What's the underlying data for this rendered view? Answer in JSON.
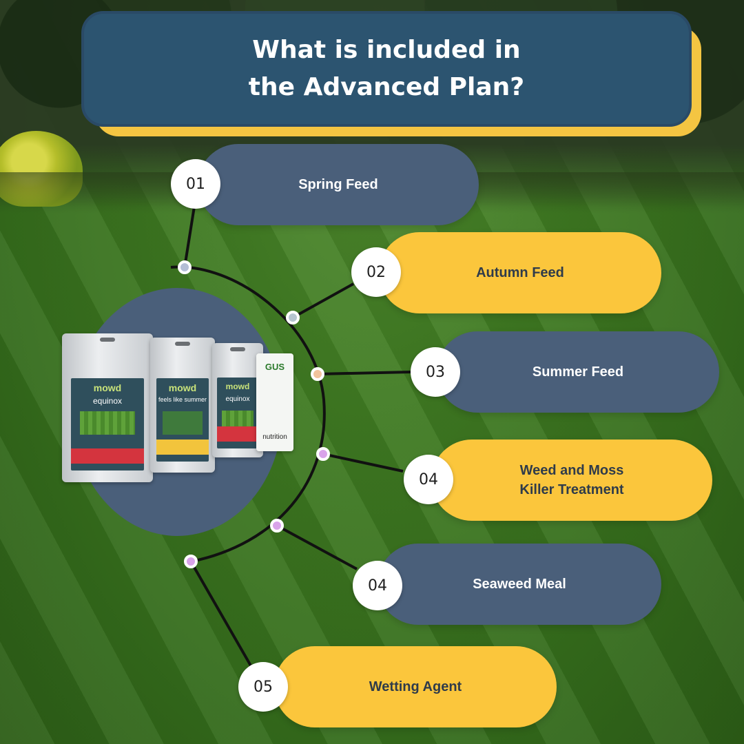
{
  "header": {
    "title_line1": "What is included in",
    "title_line2": "the Advanced Plan?"
  },
  "colors": {
    "navy": "#4a5f7a",
    "gold": "#fbc63c",
    "title_bg": "#2c5470",
    "title_shadow": "#f4c542"
  },
  "items": [
    {
      "number": "01",
      "label": "Spring Feed",
      "style": "navy",
      "dot_color": "#b4bed6"
    },
    {
      "number": "02",
      "label": "Autumn Feed",
      "style": "gold",
      "dot_color": "#b5c4cf"
    },
    {
      "number": "03",
      "label": "Summer Feed",
      "style": "navy",
      "dot_color": "#f2c39c"
    },
    {
      "number": "04",
      "label_line1": "Weed and Moss",
      "label_line2": "Killer Treatment",
      "style": "gold",
      "dot_color": "#d9a3ea"
    },
    {
      "number": "04",
      "label": "Seaweed Meal",
      "style": "navy",
      "dot_color": "#d9a3ea"
    },
    {
      "number": "05",
      "label": "Wetting Agent",
      "style": "gold",
      "dot_color": "#d9a3ea"
    }
  ],
  "products": {
    "pouches": [
      {
        "brand": "mowd",
        "name": "equinox"
      },
      {
        "brand": "mowd",
        "name": "feels like summer"
      },
      {
        "brand": "mowd",
        "name": "equinox"
      }
    ],
    "bag": {
      "brand": "GUS",
      "word": "nutrition"
    }
  }
}
